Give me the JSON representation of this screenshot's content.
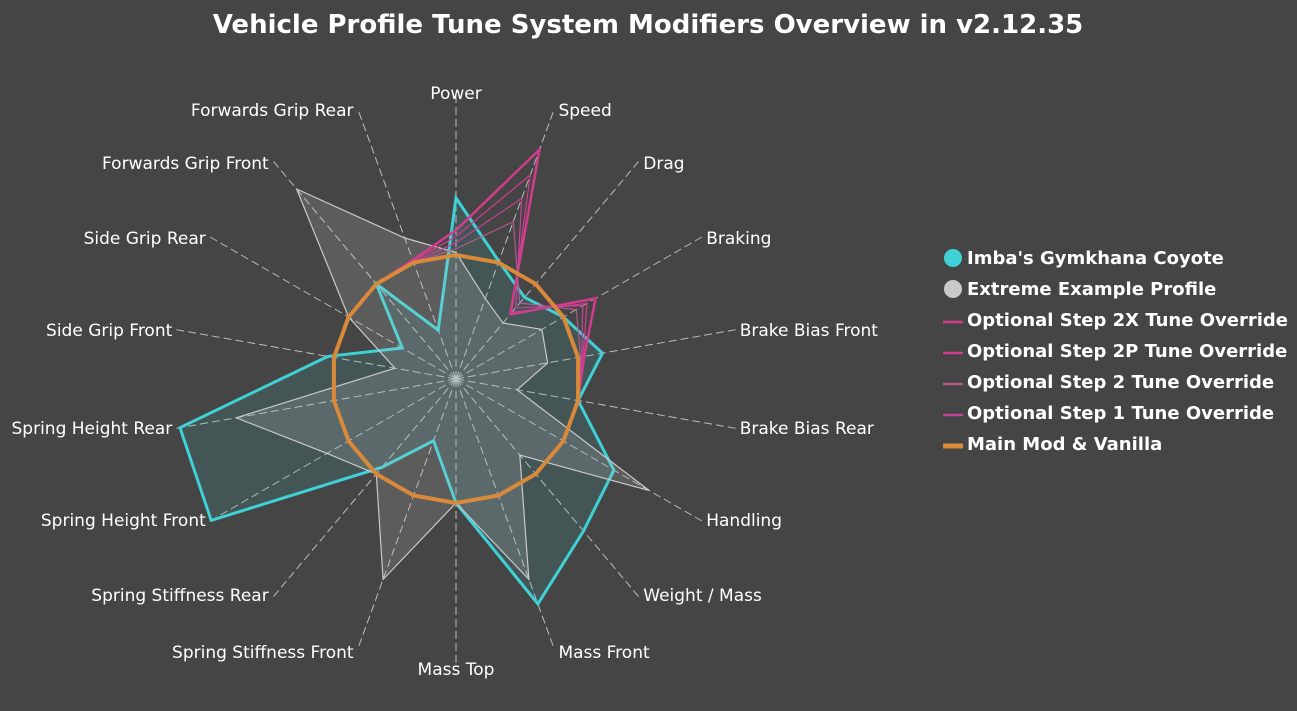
{
  "chart_data": {
    "type": "radar",
    "title": "Vehicle Profile Tune System Modifiers Overview in v2.12.35",
    "axes": [
      "Power",
      "Speed",
      "Drag",
      "Braking",
      "Brake Bias Front",
      "Brake Bias Rear",
      "Handling",
      "Weight / Mass",
      "Mass Front",
      "Mass Top",
      "Spring Stiffness Front",
      "Spring Stiffness Rear",
      "Spring Height Front",
      "Spring Height Rear",
      "Side Grip Front",
      "Side Grip Rear",
      "Forwards Grip Front",
      "Forwards Grip Rear"
    ],
    "rlim": [
      0,
      2.5
    ],
    "grid": false,
    "legend_position": "right",
    "series": [
      {
        "name": "Imba's Gymkhana Coyote",
        "color": "#3fd1d6",
        "style": "area",
        "values": [
          1.46,
          1.01,
          0.86,
          1.0,
          1.2,
          1.0,
          1.47,
          1.6,
          1.93,
          1.0,
          0.53,
          0.93,
          2.28,
          2.26,
          1.05,
          0.5,
          1.0,
          0.42
        ]
      },
      {
        "name": "Extreme Example Profile",
        "color": "#c9c9c9",
        "style": "area",
        "values": [
          1.02,
          0.69,
          0.59,
          0.8,
          0.75,
          0.5,
          1.8,
          0.8,
          1.72,
          1.0,
          1.72,
          1.0,
          1.2,
          1.8,
          0.5,
          1.0,
          2.0,
          1.21
        ]
      },
      {
        "name": "Optional Step 2X Tune Override",
        "color": "#d13c8c",
        "style": "line",
        "values": [
          1.2,
          1.97,
          0.68,
          1.3,
          1.05,
          1.0,
          1.0,
          1.0,
          1.0,
          1.0,
          1.0,
          1.0,
          1.0,
          1.0,
          1.0,
          1.0,
          1.0,
          1.02
        ]
      },
      {
        "name": "Optional Step 2P Tune Override",
        "color": "#d13c8c",
        "style": "line",
        "values": [
          1.15,
          1.75,
          0.7,
          1.22,
          1.04,
          1.0,
          1.0,
          1.0,
          1.0,
          1.0,
          1.0,
          1.0,
          1.0,
          1.0,
          1.0,
          1.0,
          1.0,
          1.01
        ]
      },
      {
        "name": "Optional Step 2 Tune Override",
        "color": "#b05a8a",
        "style": "line",
        "values": [
          1.05,
          1.35,
          0.8,
          1.12,
          1.02,
          1.0,
          1.0,
          1.0,
          1.0,
          1.0,
          1.0,
          1.0,
          1.0,
          1.0,
          1.0,
          1.0,
          1.0,
          1.0
        ]
      },
      {
        "name": "Optional Step 1 Tune Override",
        "color": "#c2449a",
        "style": "line",
        "values": [
          1.1,
          1.55,
          0.75,
          1.18,
          1.03,
          1.0,
          1.0,
          1.0,
          1.0,
          1.0,
          1.0,
          1.0,
          1.0,
          1.0,
          1.0,
          1.0,
          1.0,
          1.0
        ]
      },
      {
        "name": "Main Mod & Vanilla",
        "color": "#d9893a",
        "style": "line",
        "values": [
          1,
          1,
          1,
          1,
          1,
          1,
          1,
          1,
          1,
          1,
          1,
          1,
          1,
          1,
          1,
          1,
          1,
          1
        ]
      }
    ]
  },
  "colors": {
    "background": "#454545",
    "axis_line": "#bdbdbd",
    "text": "#ffffff"
  }
}
